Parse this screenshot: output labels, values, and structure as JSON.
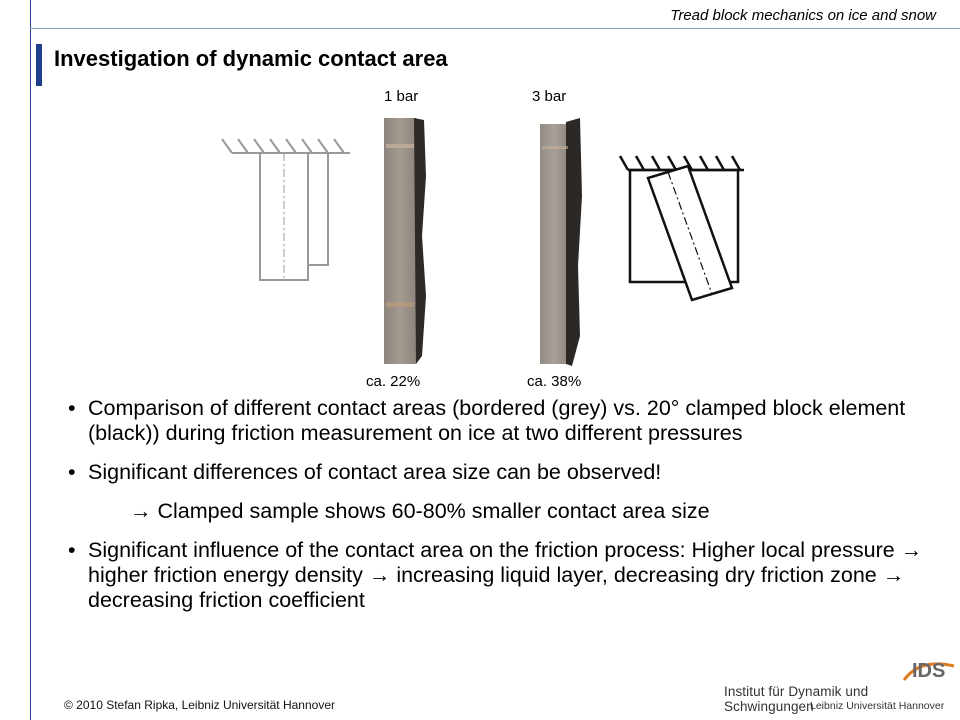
{
  "header": {
    "text": "Tread block mechanics on ice and snow"
  },
  "title": "Investigation of dynamic contact area",
  "images": {
    "label_left_top": "1 bar",
    "label_right_top": "3 bar",
    "label_left_bottom": "ca. 22%",
    "label_right_bottom": "ca. 38%"
  },
  "bullets": [
    {
      "text": "Comparison of different contact areas (bordered (grey) vs. 20° clamped block element (black)) during friction measurement on ice at two different pressures"
    },
    {
      "text": "Significant differences of contact area size can be observed!"
    },
    {
      "sub": "→ Clamped sample shows 60-80% smaller contact area size"
    },
    {
      "text": "Significant influence of the contact area on the friction process: Higher local pressure → higher friction energy density → increasing liquid layer, decreasing dry friction zone → decreasing friction coefficient"
    }
  ],
  "footer": "© 2010 Stefan Ripka, Leibniz Universität Hannover",
  "logo": {
    "acronym": "IDS",
    "line1": "Institut für Dynamik und Schwingungen",
    "line2": "Leibniz Universität Hannover"
  }
}
